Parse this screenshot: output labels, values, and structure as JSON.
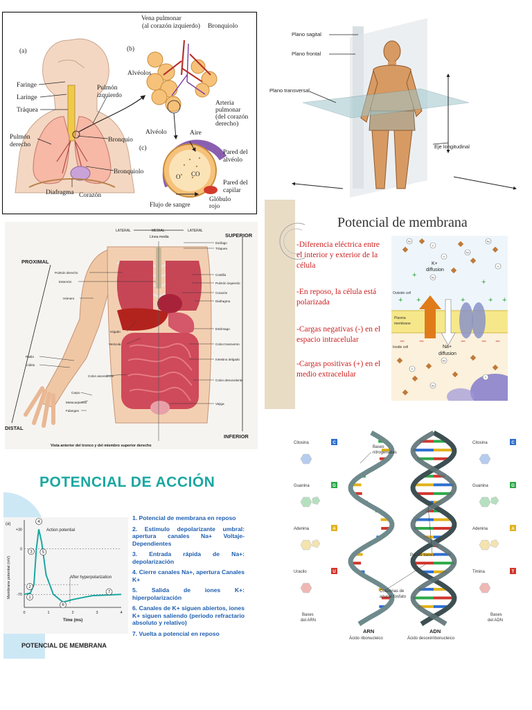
{
  "respiratory": {
    "label_a": "(a)",
    "label_b": "(b)",
    "label_c": "(c)",
    "faringe": "Faringe",
    "laringe": "Laringe",
    "traquea": "Tráquea",
    "pulmon_izq_1": "Pulmón",
    "pulmon_izq_2": "izquierdo",
    "pulmon_der_1": "Pulmón",
    "pulmon_der_2": "derecho",
    "bronquio": "Bronquio",
    "bronquiolo": "Bronquiolo",
    "diafragma": "Diafragma",
    "corazon": "Corazón",
    "vena_1": "Vena pulmonar",
    "vena_2": "(al corazón izquierdo)",
    "bronquiolo_b": "Bronquiolo",
    "alveolos": "Alvéolos",
    "arteria_1": "Arteria",
    "arteria_2": "pulmonar",
    "arteria_3": "(del corazón",
    "arteria_4": "derecho)",
    "alveolo": "Alvéolo",
    "aire": "Aire",
    "pared_alv_1": "Pared del",
    "pared_alv_2": "alvéolo",
    "pared_cap_1": "Pared del",
    "pared_cap_2": "capilar",
    "globulo_1": "Glóbulo",
    "globulo_2": "rojo",
    "flujo": "Flujo de sangre",
    "o_label": "O",
    "co_label": "CO"
  },
  "planes": {
    "sagital": "Plano sagital",
    "frontal": "Plano frontal",
    "transversal": "Plano transversal",
    "eje": "Eje longitudinal"
  },
  "torso": {
    "lateral_l": "LATERAL",
    "medial": "MEDIAL",
    "lateral_r": "LATERAL",
    "superior": "SUPERIOR",
    "inferior": "INFERIOR",
    "proximal": "PROXIMAL",
    "distal": "DISTAL",
    "linea_media": "Línea media",
    "left_labels": [
      "Pulmón derecho",
      "Esternón",
      "Húmero",
      "Hígado",
      "Vesícula",
      "Radio",
      "Cúbito",
      "Colon ascendente",
      "Carpo",
      "Metacarpianos",
      "Falanges"
    ],
    "right_labels": [
      "Esófago",
      "Tráquea",
      "Costilla",
      "Pulmón izquierdo",
      "Corazón",
      "Diafragma",
      "Estómago",
      "Colon transverso",
      "Intestino delgado",
      "Colon descendente",
      "Vejiga"
    ],
    "caption": "Vista anterior del tronco y del miembro superior derecho"
  },
  "membrane": {
    "title": "Potencial de membrana",
    "bullets": [
      "-Diferencia eléctrica entre el interior y exterior de la célula",
      "-En reposo, la célula está polarizada",
      "-Cargas negativas (-) en el espacio intracelular",
      "-Cargas positivas (+) en el medio extracelular"
    ],
    "outside": "Outside cell",
    "plasma_1": "Plasma",
    "plasma_2": "membrane",
    "inside": "Inside cell",
    "k_1": "K+",
    "k_2": "diffusion",
    "na_1": "Na+",
    "na_2": "diffusion",
    "plus": "+",
    "minus": "−",
    "na_sym": "Na",
    "k_sym": "K"
  },
  "accion": {
    "title": "POTENCIAL DE ACCIÓN",
    "graph_tag": "(a)",
    "ylabel": "Membrane potential (mV)",
    "xlabel": "Time (ms)",
    "yticks": [
      "+30",
      "0",
      "-70"
    ],
    "xticks": [
      "0",
      "1",
      "2",
      "3",
      "4"
    ],
    "ap_label": "Action potential",
    "ah_label": "After hyperpolarization",
    "markers": [
      "1",
      "2",
      "3",
      "4",
      "5",
      "6",
      "7"
    ],
    "steps": [
      "1. Potencial de membrana en reposo",
      "2. Estimulo depolarizante umbral: apertura canales Na+ Voltaje-Dependientes",
      "3. Entrada rápida de Na+: depolarización",
      "4. Cierre canales Na+, apertura Canales K+",
      "5. Salida de iones K+: hiperpolarización",
      "6. Canales de K+ siguen abiertos, iones K+ siguen saliendo (periodo refractario absoluto y relativo)",
      "7. Vuelta a potencial en reposo"
    ],
    "footer": "POTENCIAL DE MEMBRANA"
  },
  "dna": {
    "left_bases": [
      "Citosina",
      "Guanina",
      "Adenina",
      "Uracilo"
    ],
    "right_bases": [
      "Citosina",
      "Guanina",
      "Adenina",
      "Timina"
    ],
    "left_letters": [
      "C",
      "G",
      "A",
      "U"
    ],
    "right_letters": [
      "C",
      "G",
      "A",
      "T"
    ],
    "bases_nitro_1": "Bases",
    "bases_nitro_2": "nitrogenadas",
    "par_bases": "Par de bases",
    "columnas_1": "Columnas de",
    "columnas_2": "azucar-fosfato",
    "bases_arn_1": "Bases",
    "bases_arn_2": "del ARN",
    "bases_adn_1": "Bases",
    "bases_adn_2": "del ADN",
    "arn": "ARN",
    "adn": "ADN",
    "arn_full": "Ácido ribonucleico",
    "adn_full": "Ácido desoxirribonucleico"
  },
  "colors": {
    "membrane_red": "#cc1f1f",
    "accion_teal": "#1aa7a1",
    "accion_blue": "#1f5fb0",
    "cytosine": "#2f6fd0",
    "guanine": "#2fa94a",
    "adenine": "#e1b21c",
    "uracil_thymine": "#d1372e"
  }
}
